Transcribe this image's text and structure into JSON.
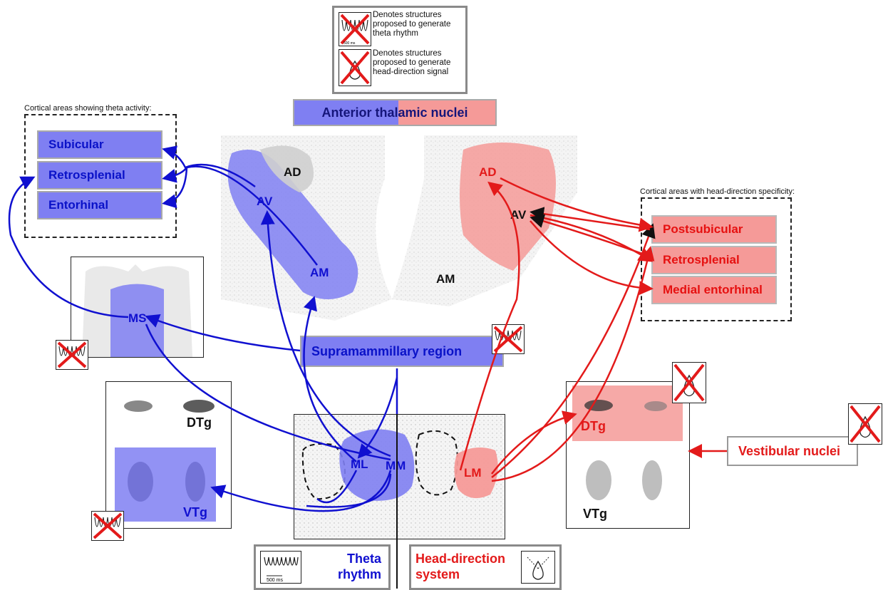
{
  "legend": {
    "theta_text": "Denotes structures proposed to generate theta rhythm",
    "hd_text": "Denotes structures proposed to generate head-direction signal",
    "scale": "500 ms"
  },
  "anterior_thalamic": {
    "left": "Anterior tha",
    "right": "lamic nuclei"
  },
  "cortical_theta": {
    "caption": "Cortical areas showing theta activity:",
    "items": [
      "Subicular",
      "Retrosplenial",
      "Entorhinal"
    ]
  },
  "cortical_hd": {
    "caption": "Cortical areas with head-direction specificity:",
    "items": [
      "Postsubicular",
      "Retrosplenial",
      "Medial entorhinal"
    ]
  },
  "structures": {
    "ad_left": "AD",
    "av_left": "AV",
    "am_left": "AM",
    "ad_right": "AD",
    "av_right": "AV",
    "am_right": "AM",
    "ms": "MS",
    "ml": "ML",
    "mm": "MM",
    "lm": "LM",
    "dtg_left": "DTg",
    "vtg_left": "VTg",
    "dtg_right": "DTg",
    "vtg_right": "VTg"
  },
  "supramammillary": "Supramammillary region",
  "vestibular": "Vestibular nuclei",
  "bottom_legend": {
    "theta_line1": "Theta",
    "theta_line2": "rhythm",
    "hd_line1": "Head-direction",
    "hd_line2": "system",
    "scale": "500 ms"
  },
  "colors": {
    "theta": "#1010d0",
    "hd": "#e31a1a",
    "theta_fill": "#7f7ff2",
    "hd_fill": "#f59a98"
  }
}
